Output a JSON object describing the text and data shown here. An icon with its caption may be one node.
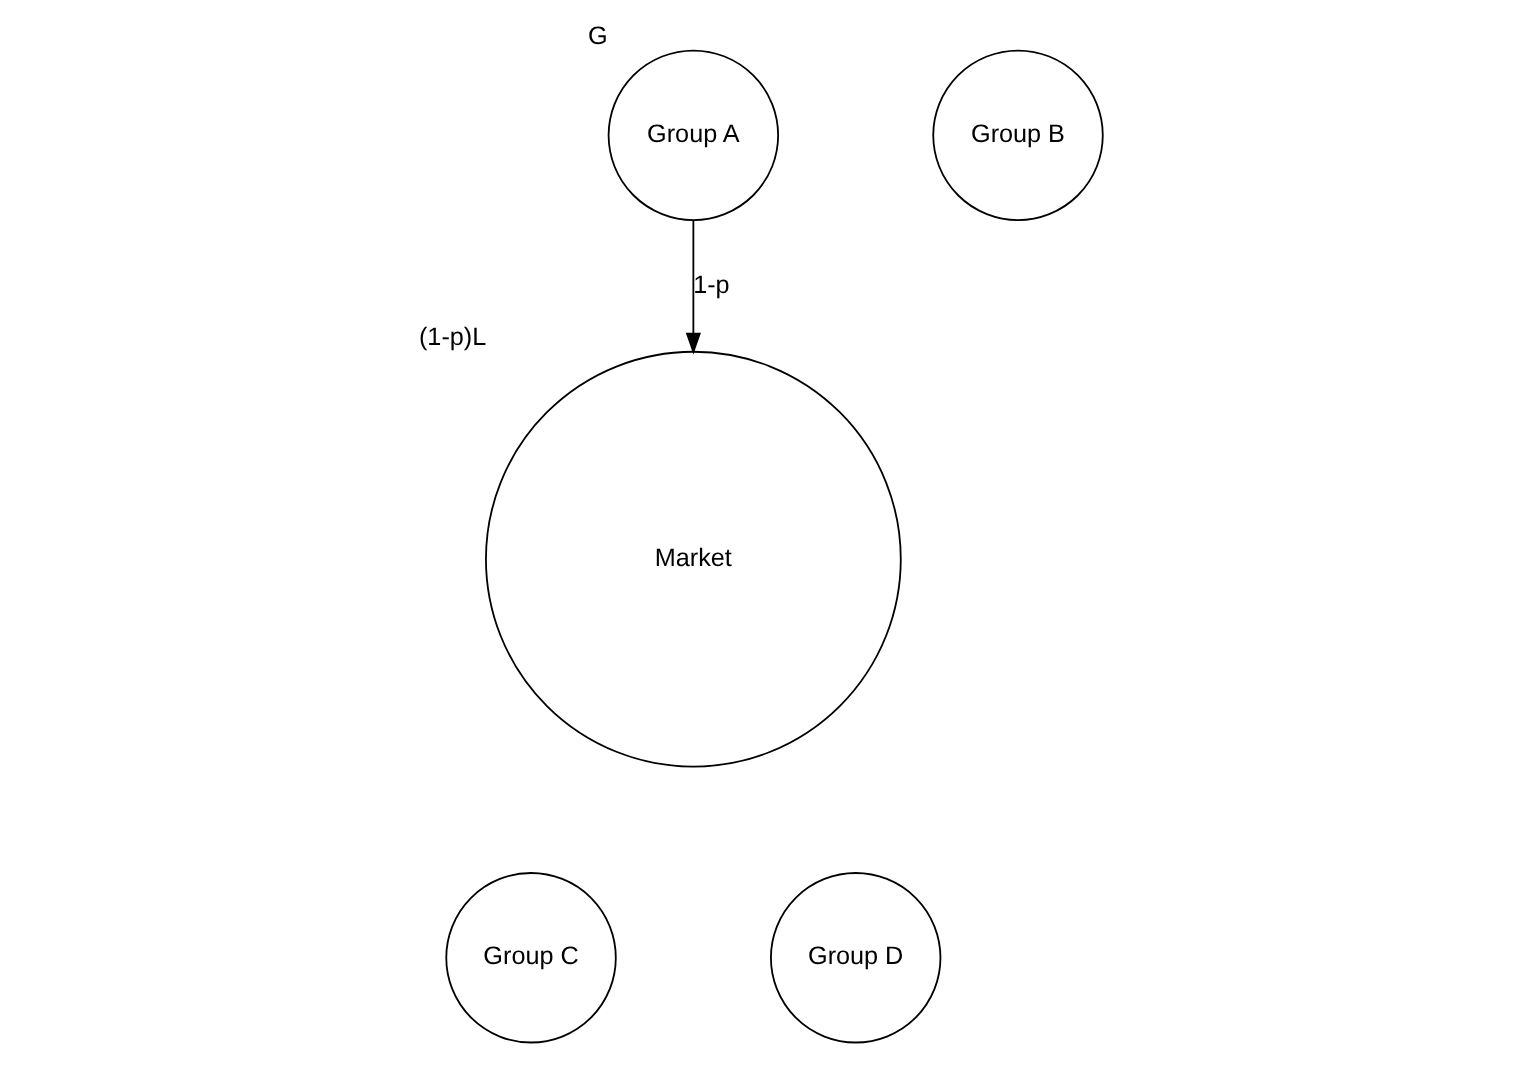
{
  "diagram": {
    "nodes": [
      {
        "text": [
          "Group A"
        ],
        "beside": [
          "G"
        ]
      },
      {
        "text": [
          "Group B"
        ]
      },
      {
        "text": [
          "Market"
        ],
        "beside": [
          "(1-p)L"
        ]
      },
      {
        "text": [
          "Group C"
        ]
      },
      {
        "text": [
          "Group D"
        ]
      }
    ],
    "edges": [
      {
        "from": 0,
        "to": 2,
        "arrow": "to",
        "label": "1-p"
      }
    ]
  }
}
